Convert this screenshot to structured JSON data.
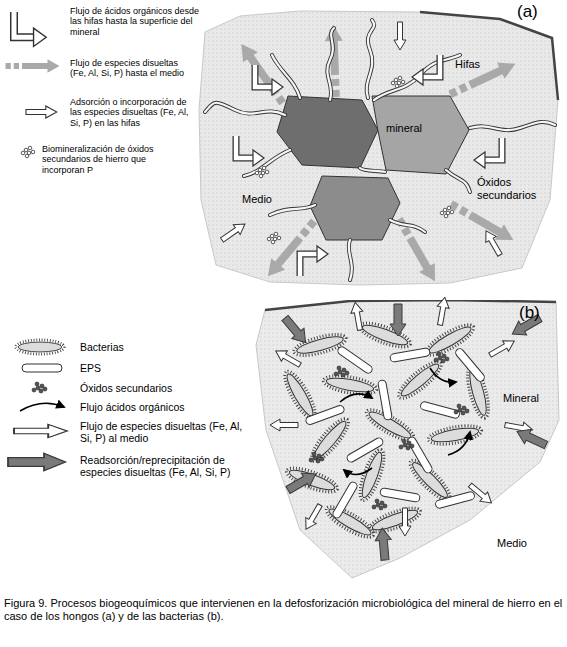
{
  "diagram": {
    "caption": "Figura 9. Procesos biogeoquímicos que intervienen en la defosforización microbiológica del mineral de hierro en el caso de los hongos (a) y de las bacterias (b).",
    "nodes": [
      {
        "text": [
          "Hifas",
          "Medio",
          "Óxidos secundarios"
        ]
      },
      {
        "text": [
          "mineral"
        ],
        "in": 0
      },
      {
        "text": [
          "Mineral"
        ]
      }
    ],
    "labels": [
      "(a)",
      "(b)",
      "Medio"
    ],
    "legend": [
      {
        "text": "Flujo de ácidos orgánicos desde las hifas hasta la superficie del mineral"
      },
      {
        "text": "Flujo de especies disueltas (Fe, Al, Si, P) hasta el medio"
      },
      {
        "text": "Adsorción o incorporación de las especies disueltas (Fe, Al, Si, P) en las hifas"
      },
      {
        "text": "Biomineralización de óxidos secundarios de hierro que incorporan P"
      },
      {
        "text": "Bacterias"
      },
      {
        "text": "EPS"
      },
      {
        "text": "Óxidos secundarios"
      },
      {
        "text": "Flujo ácidos orgánicos"
      },
      {
        "text": "Flujo de especies disueltas (Fe, Al, Si, P) al medio"
      },
      {
        "text": "Readsorción/reprecipitación de especies disueltas (Fe, Al, Si, P)"
      }
    ]
  }
}
